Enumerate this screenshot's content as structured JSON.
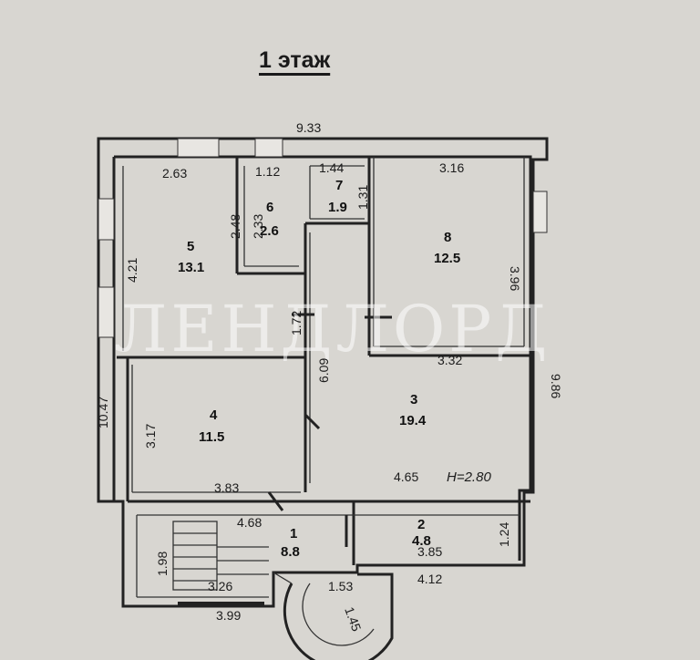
{
  "title": "1 этаж",
  "watermark": "ЛЕНДЛОРД",
  "ceiling_height": "H=2.80",
  "rooms": [
    {
      "number": "1",
      "area": "8.8"
    },
    {
      "number": "2",
      "area": "4.8"
    },
    {
      "number": "3",
      "area": "19.4"
    },
    {
      "number": "4",
      "area": "11.5"
    },
    {
      "number": "5",
      "area": "13.1"
    },
    {
      "number": "6",
      "area": "2.6"
    },
    {
      "number": "7",
      "area": "1.9"
    },
    {
      "number": "8",
      "area": "12.5"
    }
  ],
  "dimensions": {
    "overall_width": "9.33",
    "overall_height_left": "10.47",
    "overall_height_right": "9.86",
    "room5_width": "2.63",
    "room5_height": "4.21",
    "room6_width": "1.12",
    "room6_height_left": "2.48",
    "room6_height": "2.33",
    "room7_width": "1.44",
    "room7_height": "1.31",
    "room8_width_top": "3.16",
    "room8_height": "3.96",
    "room8_width_bottom": "3.32",
    "corridor_upper": "1.72",
    "corridor_height": "6.09",
    "room4_height": "3.17",
    "room4_width": "3.83",
    "room3_width": "4.65",
    "room1_width": "4.68",
    "room2_width": "3.85",
    "room2_height": "1.24",
    "stair_height": "1.98",
    "stair_width": "3.26",
    "bottom_left": "3.99",
    "bottom_right": "4.12",
    "porch_a": "1.53",
    "porch_b": "1.45"
  }
}
